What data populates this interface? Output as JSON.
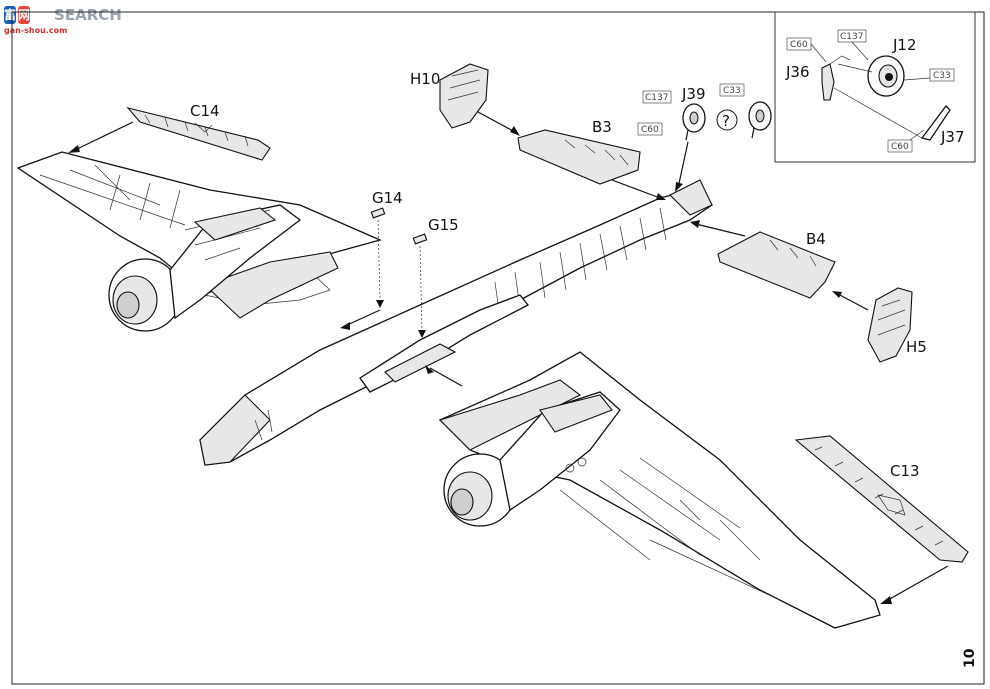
{
  "watermark": {
    "logo_chars": [
      "富",
      "网"
    ],
    "text": "SEARCH",
    "subtext": "gan-shou.com"
  },
  "page_number": "10",
  "callouts": {
    "C14": "C14",
    "C13": "C13",
    "H10": "H10",
    "H5": "H5",
    "B3": "B3",
    "B4": "B4",
    "G14": "G14",
    "G15": "G15",
    "J39": "J39",
    "J36": "J36",
    "J12": "J12",
    "J37": "J37",
    "question": "?"
  },
  "option_boxes": {
    "c137_a": "C137",
    "c33_a": "C33",
    "c60_a": "C60",
    "c60_b": "C60",
    "c137_b": "C137",
    "c33_b": "C33",
    "c60_c": "C60"
  }
}
